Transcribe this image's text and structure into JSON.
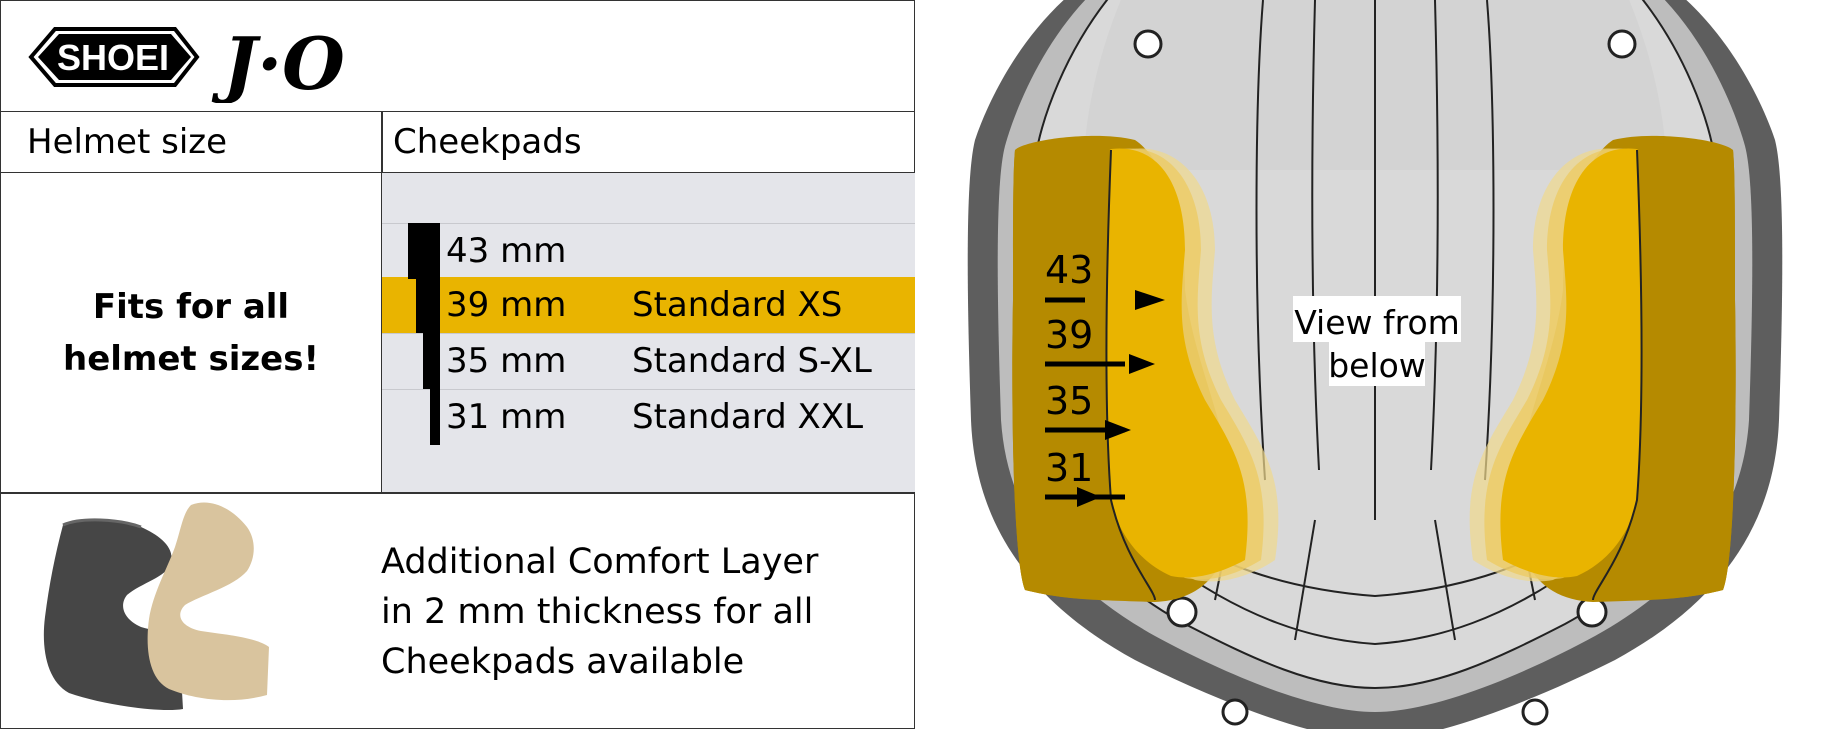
{
  "brand": {
    "logo_text": "SHOEI",
    "model": "J·O"
  },
  "table": {
    "col_helmet": "Helmet size",
    "col_cheekpads": "Cheekpads",
    "fits_text": "Fits for all\nhelmet sizes!",
    "rows": [
      {
        "mm": "43 mm",
        "std": ""
      },
      {
        "mm": "39 mm",
        "std": "Standard XS",
        "selected": true
      },
      {
        "mm": "35 mm",
        "std": "Standard S-XL"
      },
      {
        "mm": "31 mm",
        "std": "Standard XXL"
      }
    ]
  },
  "comfort": {
    "text": "Additional Comfort Layer\nin 2 mm thickness for all\nCheekpads available"
  },
  "diagram": {
    "labels": [
      "43",
      "39",
      "35",
      "31"
    ],
    "view_text_1": "View from",
    "view_text_2": "below",
    "colors": {
      "accent": "#e9b400",
      "shell": "#5e5e5e",
      "liner": "#d9d9d9",
      "pad_dark": "#b58a00"
    }
  }
}
